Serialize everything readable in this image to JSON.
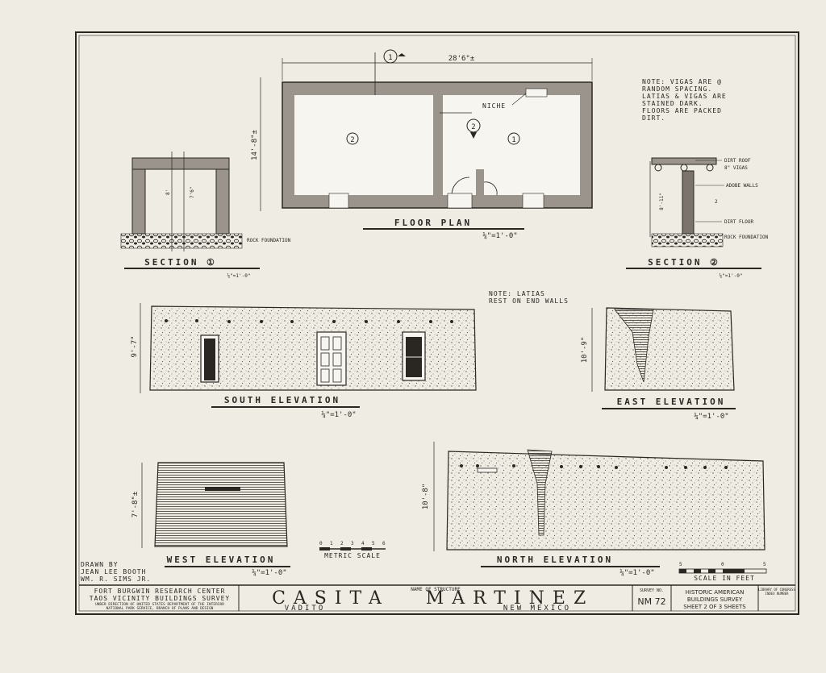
{
  "floor_plan": {
    "title": "FLOOR PLAN",
    "scale": "¼\"=1'-0\"",
    "width_dim": "28'6\"±",
    "depth_dim": "14'-8\"±",
    "niche_label": "NICHE",
    "section_marks": [
      "1",
      "2"
    ],
    "room_numbers": [
      "2",
      "1"
    ]
  },
  "note_top": [
    "NOTE: VIGAS ARE @",
    "RANDOM SPACING.",
    "LATIAS & VIGAS ARE",
    "STAINED DARK.",
    "FLOORS ARE PACKED",
    "DIRT."
  ],
  "section1": {
    "title": "SECTION ①",
    "scale": "¼\"=1'-0\"",
    "dims": [
      "8'",
      "7'6\""
    ],
    "rock_label": "ROCK FOUNDATION"
  },
  "section2": {
    "title": "SECTION ②",
    "scale": "¼\"=1'-0\"",
    "dim": "8'-11\"",
    "labels": [
      "DIRT ROOF",
      "8\" VIGAS",
      "ADOBE WALLS",
      "DIRT FLOOR",
      "ROCK FOUNDATION"
    ],
    "number": "2"
  },
  "note_latias": [
    "NOTE: LATIAS",
    "REST ON END WALLS"
  ],
  "south": {
    "title": "SOUTH ELEVATION",
    "scale": "¼\"=1'-0\"",
    "dim": "9'-7\""
  },
  "east": {
    "title": "EAST ELEVATION",
    "scale": "¼\"=1'-0\"",
    "dim": "10'-9\""
  },
  "west": {
    "title": "WEST ELEVATION",
    "scale": "¼\"=1'-0\"",
    "dim": "7'-8\"±"
  },
  "north": {
    "title": "NORTH ELEVATION",
    "scale": "¼\"=1'-0\"",
    "dim": "10'-8\""
  },
  "metric": {
    "ticks": [
      "0",
      "1",
      "2",
      "3",
      "4",
      "5",
      "6"
    ],
    "label": "METRIC SCALE"
  },
  "feet_scale": {
    "ticks": [
      "5",
      "0",
      "5"
    ],
    "label": "SCALE IN FEET"
  },
  "drawn_by": [
    "DRAWN BY",
    "JEAN LEE BOOTH",
    "WM. R. SIMS JR."
  ],
  "title_block": {
    "org_lines": [
      "FORT BURGWIN RESEARCH CENTER",
      "TAOS VICINITY BUILDINGS SURVEY"
    ],
    "direction": [
      "UNDER DIRECTION OF UNITED STATES DEPARTMENT OF THE INTERIOR",
      "NATIONAL PARK SERVICE, BRANCH OF PLANS AND DESIGN"
    ],
    "name_label": "NAME OF STRUCTURE",
    "name_1": "CASITA",
    "name_2": "MARTINEZ",
    "location_1": "VADITO",
    "location_2": "NEW MEXICO",
    "survey_label": "SURVEY NO.",
    "survey_no": "NM 72",
    "habs_lines": [
      "HISTORIC AMERICAN",
      "BUILDINGS SURVEY"
    ],
    "sheet": "SHEET 2 OF 3 SHEETS",
    "lib_note": [
      "LIBRARY OF CONGRESS",
      "INDEX NUMBER"
    ]
  },
  "colors": {
    "paper": "#efece4",
    "ink": "#2a2622",
    "wall_fill": "#ffffff",
    "stipple": "#5a5550"
  }
}
